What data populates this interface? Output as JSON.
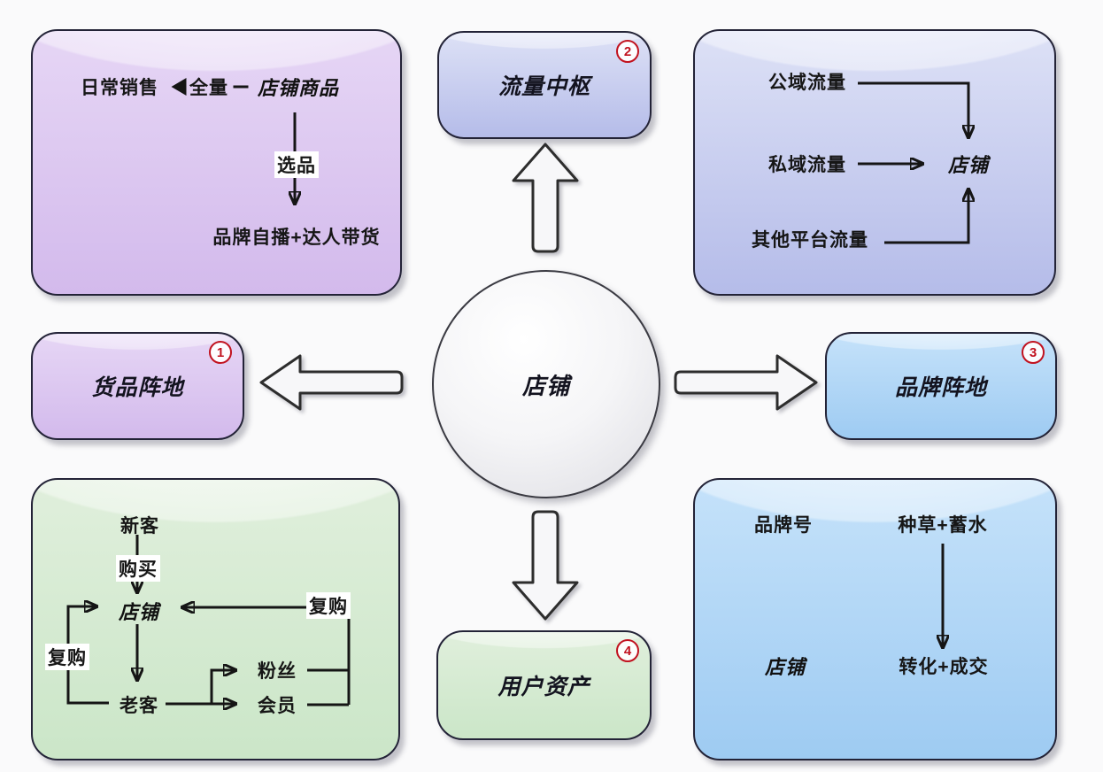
{
  "palette": {
    "purple_top": "#e6d6f5",
    "purple_bottom": "#d3baec",
    "periwinkle_top": "#dde1f6",
    "periwinkle_bottom": "#b5bce9",
    "blue_top": "#c5e2fa",
    "blue_bottom": "#9ecbf2",
    "green_top": "#e0efdc",
    "green_bottom": "#cbe6c8",
    "badge_red": "#c1121f",
    "line_dark": "#151515",
    "canvas_background": "#fafafb"
  },
  "center_circle": {
    "label": "店铺"
  },
  "boxes": {
    "product": {
      "daily_sales": "日常销售",
      "flow_label": "全量",
      "store_products": "店铺商品",
      "select_label": "选品",
      "result": "品牌自播+达人带货"
    },
    "hub": {
      "title": "流量中枢",
      "badge": "2"
    },
    "traffic": {
      "public": "公域流量",
      "private": "私域流量",
      "other": "其他平台流量",
      "store": "店铺"
    },
    "goods": {
      "title": "货品阵地",
      "badge": "1"
    },
    "brand": {
      "title": "品牌阵地",
      "badge": "3"
    },
    "user": {
      "title": "用户资产",
      "badge": "4"
    },
    "fans": {
      "new_customer": "新客",
      "purchase": "购买",
      "store": "店铺",
      "repurchase_left": "复购",
      "repurchase_right": "复购",
      "old_customer": "老客",
      "fans": "粉丝",
      "member": "会员"
    },
    "brandzone": {
      "brand_account": "品牌号",
      "seeding": "种草+蓄水",
      "store": "店铺",
      "conversion": "转化+成交"
    }
  }
}
